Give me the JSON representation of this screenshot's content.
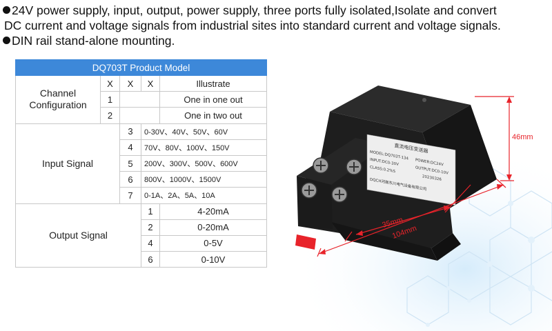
{
  "intro": {
    "line1": "24V power supply, input, output, power supply, three ports fully isolated,Isolate and convert",
    "line2": "DC current and voltage signals from industrial sites into standard current and voltage signals.",
    "line3": "DIN rail stand-alone mounting."
  },
  "table": {
    "title": "DQ703T Product Model",
    "header": [
      "X",
      "X",
      "X",
      "Illustrate"
    ],
    "channel": {
      "label_line1": "Channel",
      "label_line2": "Configuration",
      "rows": [
        {
          "code": "1",
          "desc": "One in one out"
        },
        {
          "code": "2",
          "desc": "One in two out"
        }
      ]
    },
    "input": {
      "label": "Input Signal",
      "rows": [
        {
          "code": "3",
          "desc": "0-30V、40V、50V、60V"
        },
        {
          "code": "4",
          "desc": "70V、80V、100V、150V"
        },
        {
          "code": "5",
          "desc": "200V、300V、500V、600V"
        },
        {
          "code": "6",
          "desc": "800V、1000V、1500V"
        },
        {
          "code": "7",
          "desc": "0-1A、2A、5A、10A"
        }
      ]
    },
    "output": {
      "label": "Output Signal",
      "rows": [
        {
          "code": "1",
          "desc": "4-20mA"
        },
        {
          "code": "2",
          "desc": "0-20mA"
        },
        {
          "code": "4",
          "desc": "0-5V"
        },
        {
          "code": "6",
          "desc": "0-10V"
        }
      ]
    }
  },
  "dimensions": {
    "height": "46mm",
    "width": "35mm",
    "length": "104mm"
  },
  "label_text": {
    "title": "直流电压变送器",
    "model": "MODEL:DQ703T-134",
    "power": "POWER:DC24V",
    "input": "INPUT:DC0-30V",
    "output": "OUTPUT:DC0-10V",
    "class": "CLASS:0.2%S",
    "date": "20230326",
    "maker": "DQCH河南东川电气设备有限公司"
  },
  "colors": {
    "header_blue": "#3d88d9",
    "dimension_red": "#e8232a",
    "device_black": "#1a1a1a"
  }
}
